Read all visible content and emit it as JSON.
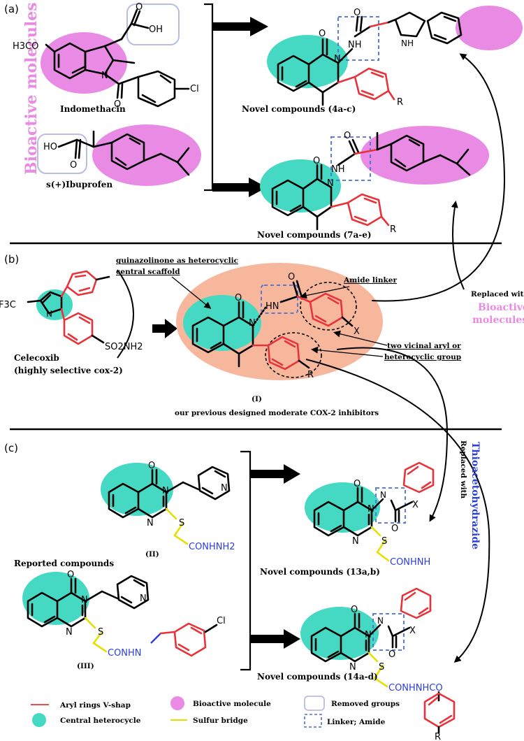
{
  "colors": {
    "teal": "#45d9c4",
    "magenta": "#e98be4",
    "peach": "#f7b79d",
    "red": "#e8333a",
    "yellow": "#e6e000",
    "blue": "#2b3fd6",
    "linker_box": "#4a6fd6",
    "removed_box": "#b8bde3"
  },
  "panels": {
    "a": "(a)",
    "b": "(b)",
    "c": "(c)"
  },
  "section_a": {
    "side_title": "Bioactive molecules",
    "indomethacin_label": "Indomethacin",
    "ibuprofen_label": "s(+)Ibuprofen",
    "novel_4": "Novel compounds (4a-c)",
    "novel_7": "Novel compounds (7a-e)",
    "atoms": {
      "h3co": "H3CO",
      "oh": "OH",
      "ho": "HO",
      "o": "O",
      "n": "N",
      "cl": "Cl",
      "nh": "NH",
      "hn": "HN",
      "r": "R"
    }
  },
  "section_b": {
    "celecoxib_label": "Celecoxib",
    "celecoxib_sub": "(highly selective cox-2)",
    "f3c": "F3C",
    "so2nh2": "SO2NH2",
    "scaffold_label_1": "quinazolinone as heterocyclic",
    "scaffold_label_2": "central scaffold",
    "amide_linker": "Amide linker",
    "vicinal_1": "two vicinal aryl or",
    "vicinal_2": "heterocyclic group",
    "compound_I": "(I)",
    "previous": "our previous designed moderate COX-2 inhibitors",
    "replaced_with": "Replaced with",
    "bioactive": "Bioactive",
    "molecules": "molecules",
    "x": "X"
  },
  "section_c": {
    "compound_II": "(II)",
    "compound_III": "(III)",
    "reported": "Reported compounds",
    "conhnh2_II": "CONHNH2",
    "conhn": "CONHN",
    "novel_13": "Novel compounds (13a,b)",
    "novel_14": "Novel compounds (14a-d)",
    "conhnh2": "CONHNH",
    "conhnhco": "CONHNHCO",
    "replaced_with": "Replaced with",
    "thio": "Thioacetohydrazide",
    "s": "S"
  },
  "legend": {
    "aryl": "Aryl rings V-shap",
    "central": "Central heterocycle",
    "bioactive": "Bioactive molecule",
    "sulfur": "Sulfur bridge",
    "removed": "Removed groups",
    "linker": "Linker; Amide"
  }
}
